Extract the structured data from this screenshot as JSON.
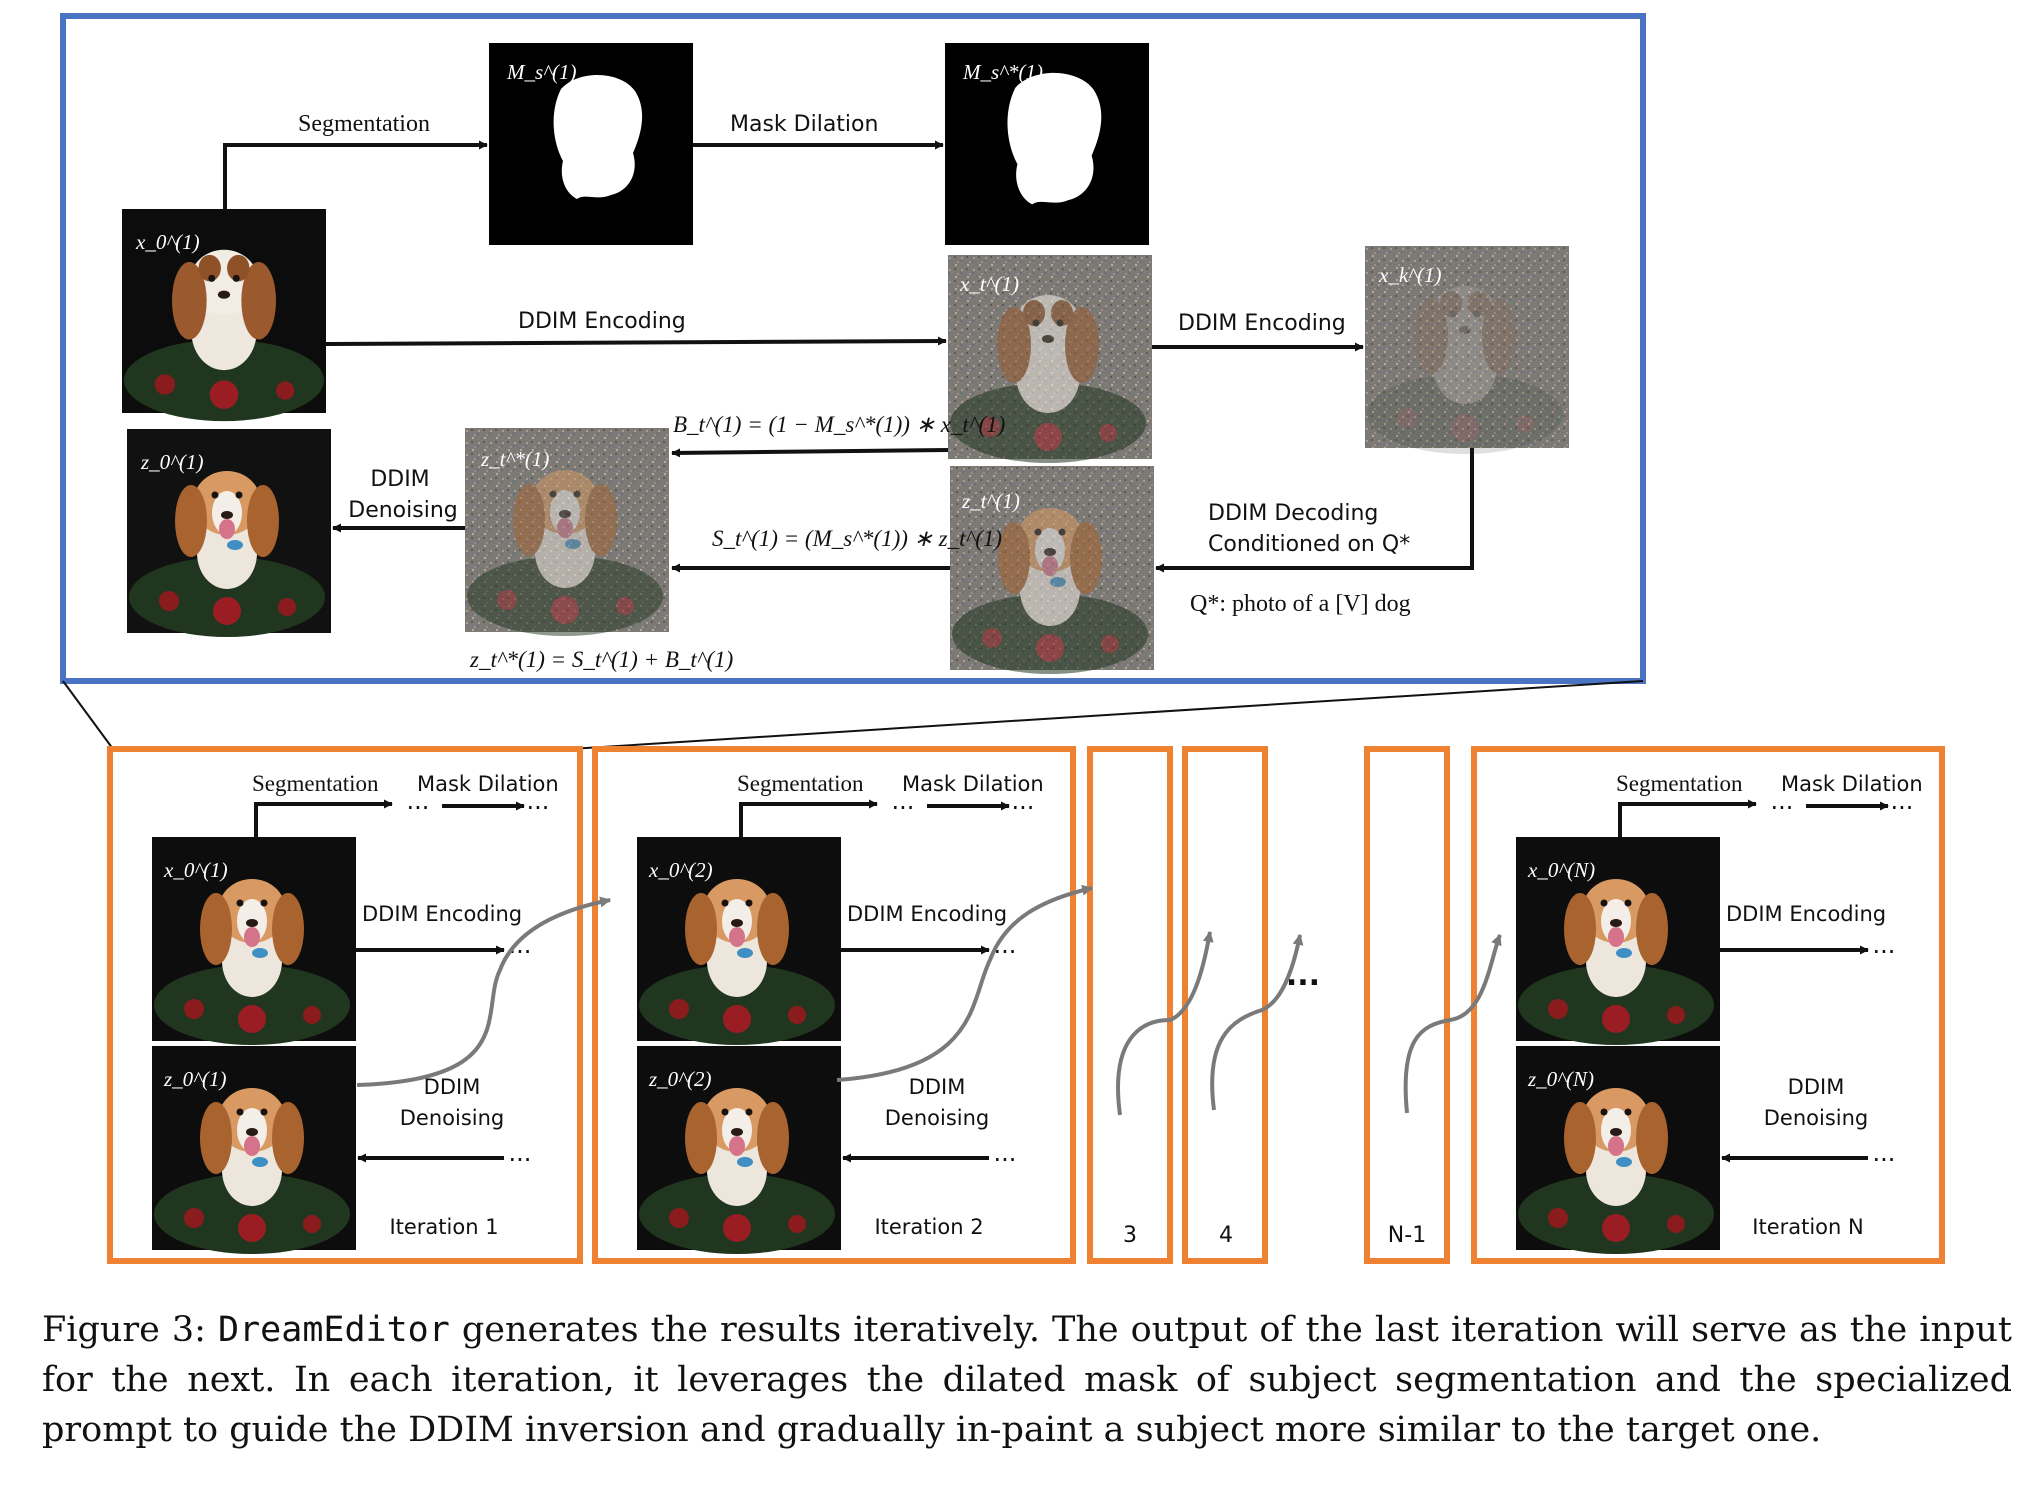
{
  "colors": {
    "accent_blue": "#4a73c4",
    "accent_orange": "#ee8232",
    "arrow": "#111111",
    "curve": "#7a7a7a"
  },
  "top_panel": {
    "segmentation": "Segmentation",
    "mask_dilation": "Mask Dilation",
    "ddim_encoding_1": "DDIM Encoding",
    "ddim_encoding_2": "DDIM Encoding",
    "ddim_decoding_line1": "DDIM Decoding",
    "ddim_decoding_line2": "Conditioned on Q*",
    "ddim_denoising_line1": "DDIM",
    "ddim_denoising_line2": "Denoising",
    "prompt": "Q*: photo of a [V] dog",
    "eq_background": "B_t^(1) = (1 − M_s^*(1)) ∗ x_t^(1)",
    "eq_subject": "S_t^(1) = (M_s^*(1)) ∗ z_t^(1)",
    "eq_sum": "z_t^*(1) = S_t^(1) + B_t^(1)",
    "tiles": {
      "x0": "x_0^(1)",
      "ms": "M_s^(1)",
      "ms_star": "M_s^*(1)",
      "xt": "x_t^(1)",
      "xk": "x_k^(1)",
      "z0": "z_0^(1)",
      "zt_star": "z_t^*(1)",
      "zt": "z_t^(1)"
    }
  },
  "iterations": [
    {
      "x_label": "x_0^(1)",
      "z_label": "z_0^(1)",
      "title": "Iteration 1",
      "segmentation": "Segmentation",
      "mask_dilation": "Mask Dilation",
      "encoding": "DDIM Encoding",
      "denoising_line1": "DDIM",
      "denoising_line2": "Denoising"
    },
    {
      "x_label": "x_0^(2)",
      "z_label": "z_0^(2)",
      "title": "Iteration 2",
      "segmentation": "Segmentation",
      "mask_dilation": "Mask Dilation",
      "encoding": "DDIM Encoding",
      "denoising_line1": "DDIM",
      "denoising_line2": "Denoising"
    },
    {
      "x_label": "x_0^(N)",
      "z_label": "z_0^(N)",
      "title": "Iteration N",
      "segmentation": "Segmentation",
      "mask_dilation": "Mask Dilation",
      "encoding": "DDIM Encoding",
      "denoising_line1": "DDIM",
      "denoising_line2": "Denoising"
    }
  ],
  "narrow_boxes": [
    "3",
    "4",
    "N-1"
  ],
  "ellipsis": "...",
  "caption": {
    "prefix": "Figure 3: ",
    "name": "DreamEditor",
    "text": " generates the results iteratively. The output of the last iteration will serve as the input for the next. In each iteration, it leverages the dilated mask of subject segmentation and the specialized prompt to guide the DDIM inversion and gradually in-paint a subject more similar to the target one."
  }
}
